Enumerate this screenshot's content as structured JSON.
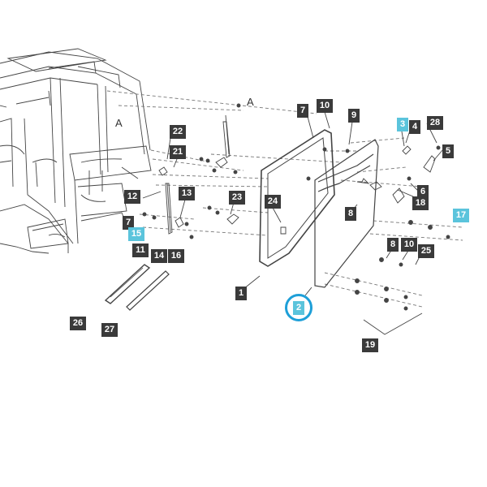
{
  "diagram": {
    "view_markers": [
      "A",
      "A"
    ],
    "labels": [
      "1",
      "2",
      "3",
      "4",
      "5",
      "6",
      "7",
      "7",
      "8",
      "8",
      "9",
      "10",
      "10",
      "11",
      "12",
      "13",
      "14",
      "15",
      "16",
      "17",
      "18",
      "19",
      "21",
      "22",
      "23",
      "24",
      "25",
      "26",
      "27",
      "28"
    ],
    "highlighted_labels": [
      "2",
      "3",
      "15",
      "17"
    ],
    "selected_label": "2",
    "colors": {
      "label_bg": "#3a3a3a",
      "label_highlight_bg": "#5bc4dc",
      "selection_ring": "#1e9fd8",
      "line": "#444444"
    }
  }
}
